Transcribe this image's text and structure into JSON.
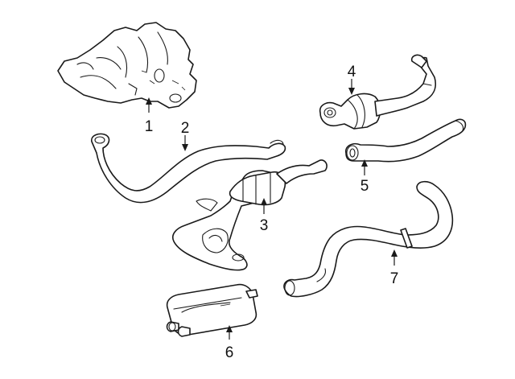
{
  "diagram": {
    "background": "#ffffff",
    "line_color": "#1a1a1a",
    "callouts": [
      {
        "id": "1",
        "label": "1",
        "part": "exhaust-manifold-heat-shield"
      },
      {
        "id": "2",
        "label": "2",
        "part": "front-exhaust-pipe"
      },
      {
        "id": "3",
        "label": "3",
        "part": "catalytic-converter-y-pipe"
      },
      {
        "id": "4",
        "label": "4",
        "part": "catalytic-converter-with-o2-sensor"
      },
      {
        "id": "5",
        "label": "5",
        "part": "intermediate-pipe"
      },
      {
        "id": "6",
        "label": "6",
        "part": "muffler"
      },
      {
        "id": "7",
        "label": "7",
        "part": "tail-pipe"
      }
    ]
  }
}
